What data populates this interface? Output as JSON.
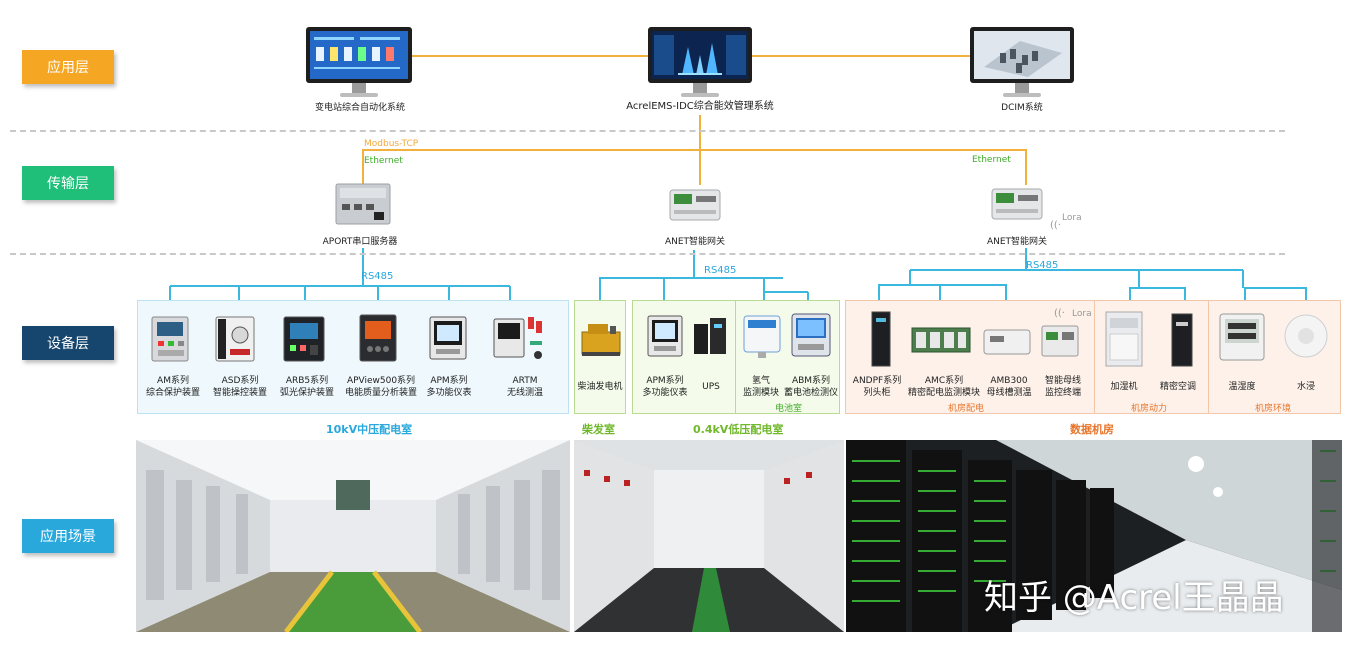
{
  "layers": {
    "application": "应用层",
    "transmission": "传输层",
    "device": "设备层",
    "scene": "应用场景"
  },
  "systems": {
    "substation": "变电站综合自动化系统",
    "ems": "AcrelEMS-IDC综合能效管理系统",
    "dcim": "DCIM系统"
  },
  "protocols": {
    "modbus": "Modbus-TCP",
    "ethernet_left": "Ethernet",
    "ethernet_right": "Ethernet",
    "rs485_left": "RS485",
    "rs485_mid": "RS485",
    "rs485_right": "RS485",
    "lora_gateway": "Lora",
    "lora_device": "Lora"
  },
  "gateways": {
    "aport": "APORT串口服务器",
    "anet_mid": "ANET智能网关",
    "anet_right": "ANET智能网关"
  },
  "devices_10kv": [
    {
      "l1": "AM系列",
      "l2": "综合保护装置"
    },
    {
      "l1": "ASD系列",
      "l2": "智能操控装置"
    },
    {
      "l1": "ARB5系列",
      "l2": "弧光保护装置"
    },
    {
      "l1": "APView500系列",
      "l2": "电能质量分析装置"
    },
    {
      "l1": "APM系列",
      "l2": "多功能仪表"
    },
    {
      "l1": "ARTM",
      "l2": "无线测温"
    }
  ],
  "device_diesel": "柴油发电机",
  "devices_lv": [
    {
      "l1": "APM系列",
      "l2": "多功能仪表"
    },
    {
      "l1": "UPS",
      "l2": ""
    }
  ],
  "devices_battery": [
    {
      "l1": "氢气",
      "l2": "监测模块"
    },
    {
      "l1": "ABM系列",
      "l2": "蓄电池检测仪"
    }
  ],
  "battery_room": "电池室",
  "devices_dc_power": [
    {
      "l1": "ANDPF系列",
      "l2": "列头柜"
    },
    {
      "l1": "AMC系列",
      "l2": "精密配电监测模块"
    },
    {
      "l1": "AMB300",
      "l2": "母线槽测温"
    },
    {
      "l1": "智能母线",
      "l2": "监控终端"
    }
  ],
  "dc_power_label": "机房配电",
  "devices_dc_dynamic": [
    {
      "l1": "加湿机",
      "l2": ""
    },
    {
      "l1": "精密空调",
      "l2": ""
    }
  ],
  "dc_dynamic_label": "机房动力",
  "devices_dc_env": [
    {
      "l1": "温湿度",
      "l2": ""
    },
    {
      "l1": "水浸",
      "l2": ""
    }
  ],
  "dc_env_label": "机房环境",
  "zones": {
    "mv": "10kV中压配电室",
    "diesel": "柴发室",
    "lv": "0.4kV低压配电室",
    "datacenter": "数据机房"
  },
  "watermark": "知乎 @Acrel王晶晶",
  "colors": {
    "orange": "#f5a623",
    "green": "#1fbf7a",
    "navy": "#16466e",
    "sky": "#29a8dc",
    "line_blue": "#3bb8e0",
    "line_orange": "#f2b13c",
    "ethernet_green": "#3fae2a"
  }
}
